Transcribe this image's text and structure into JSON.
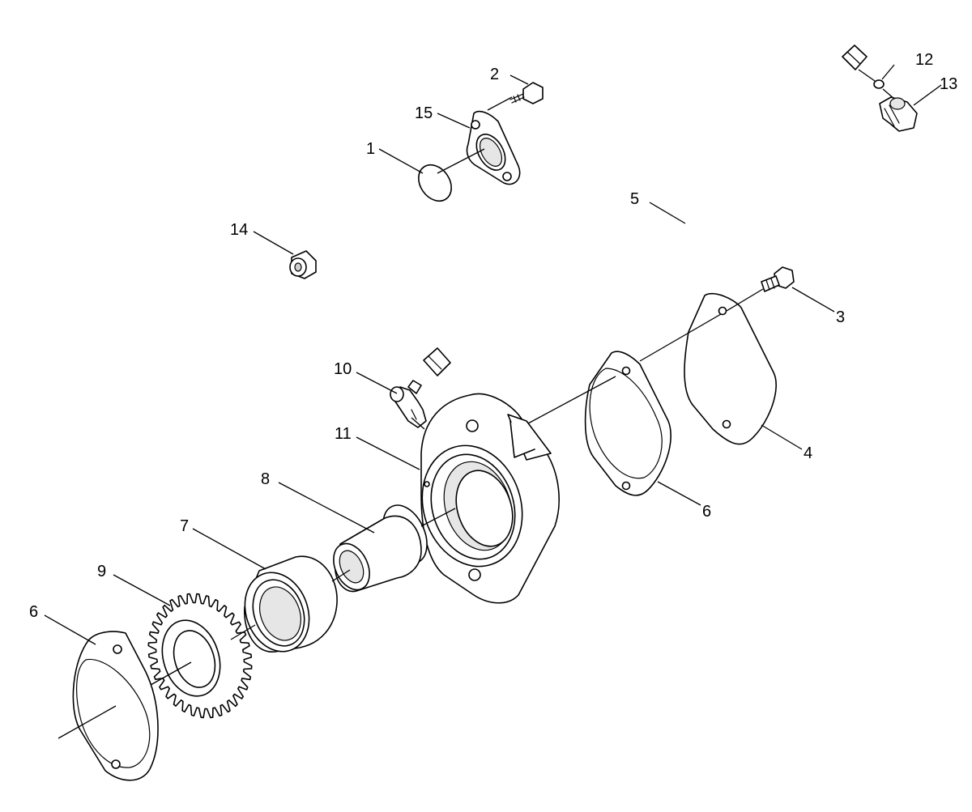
{
  "colors": {
    "background": "#ffffff",
    "line": "#000000",
    "shade": "#e6e6e6"
  },
  "callouts": {
    "c1": "1",
    "c2": "2",
    "c3": "3",
    "c4": "4",
    "c5": "5",
    "c6a": "6",
    "c6b": "6",
    "c7": "7",
    "c8": "8",
    "c9": "9",
    "c10": "10",
    "c11": "11",
    "c12": "12",
    "c13": "13",
    "c14": "14",
    "c15": "15"
  }
}
